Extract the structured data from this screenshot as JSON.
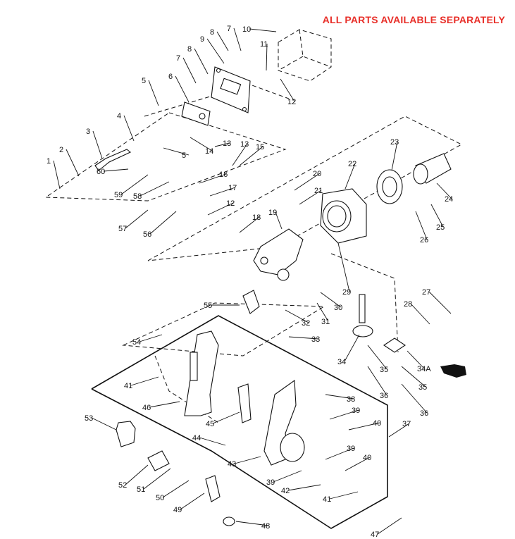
{
  "banner": "ALL PARTS AVAILABLE SEPARATELY",
  "callouts": [
    {
      "label": "1"
    },
    {
      "label": "2"
    },
    {
      "label": "3"
    },
    {
      "label": "4"
    },
    {
      "label": "5"
    },
    {
      "label": "5"
    },
    {
      "label": "6"
    },
    {
      "label": "7"
    },
    {
      "label": "7"
    },
    {
      "label": "8"
    },
    {
      "label": "8"
    },
    {
      "label": "9"
    },
    {
      "label": "10"
    },
    {
      "label": "11"
    },
    {
      "label": "12"
    },
    {
      "label": "12"
    },
    {
      "label": "13"
    },
    {
      "label": "13"
    },
    {
      "label": "14"
    },
    {
      "label": "15"
    },
    {
      "label": "16"
    },
    {
      "label": "17"
    },
    {
      "label": "18"
    },
    {
      "label": "19"
    },
    {
      "label": "20"
    },
    {
      "label": "21"
    },
    {
      "label": "22"
    },
    {
      "label": "23"
    },
    {
      "label": "24"
    },
    {
      "label": "25"
    },
    {
      "label": "26"
    },
    {
      "label": "27"
    },
    {
      "label": "28"
    },
    {
      "label": "29"
    },
    {
      "label": "30"
    },
    {
      "label": "31"
    },
    {
      "label": "32"
    },
    {
      "label": "33"
    },
    {
      "label": "34"
    },
    {
      "label": "34A"
    },
    {
      "label": "35"
    },
    {
      "label": "35"
    },
    {
      "label": "36"
    },
    {
      "label": "36"
    },
    {
      "label": "37"
    },
    {
      "label": "38"
    },
    {
      "label": "39"
    },
    {
      "label": "39"
    },
    {
      "label": "39"
    },
    {
      "label": "40"
    },
    {
      "label": "40"
    },
    {
      "label": "41"
    },
    {
      "label": "41"
    },
    {
      "label": "42"
    },
    {
      "label": "43"
    },
    {
      "label": "44"
    },
    {
      "label": "45"
    },
    {
      "label": "46"
    },
    {
      "label": "47"
    },
    {
      "label": "48"
    },
    {
      "label": "49"
    },
    {
      "label": "50"
    },
    {
      "label": "51"
    },
    {
      "label": "52"
    },
    {
      "label": "53"
    },
    {
      "label": "54"
    },
    {
      "label": "55"
    },
    {
      "label": "56"
    },
    {
      "label": "57"
    },
    {
      "label": "58"
    },
    {
      "label": "59"
    },
    {
      "label": "60"
    }
  ],
  "icons": {
    "pointer": "pointing-hand-icon"
  }
}
